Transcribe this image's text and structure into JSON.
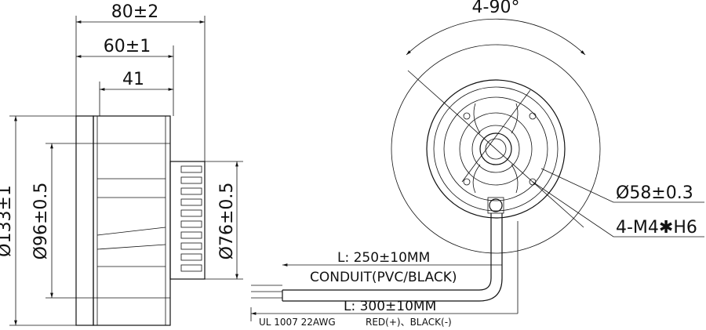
{
  "dimensions": {
    "overall_length": "80±2",
    "body_length": "60±1",
    "impeller_length": "41",
    "outer_diameter": "Ø133±1",
    "inlet_diameter": "Ø96±0.5",
    "hub_diameter": "Ø76±0.5",
    "mount_circle": "Ø58±0.3",
    "mount_holes": "4-M4✱H6",
    "hole_angle": "4-90°"
  },
  "cable": {
    "conduit_length": "L: 250±10MM",
    "conduit": "CONDUIT(PVC/BLACK)",
    "lead_length": "L: 300±10MM",
    "wire_spec": "UL 1007 22AWG",
    "polarity": "RED(+)、BLACK(-)"
  }
}
